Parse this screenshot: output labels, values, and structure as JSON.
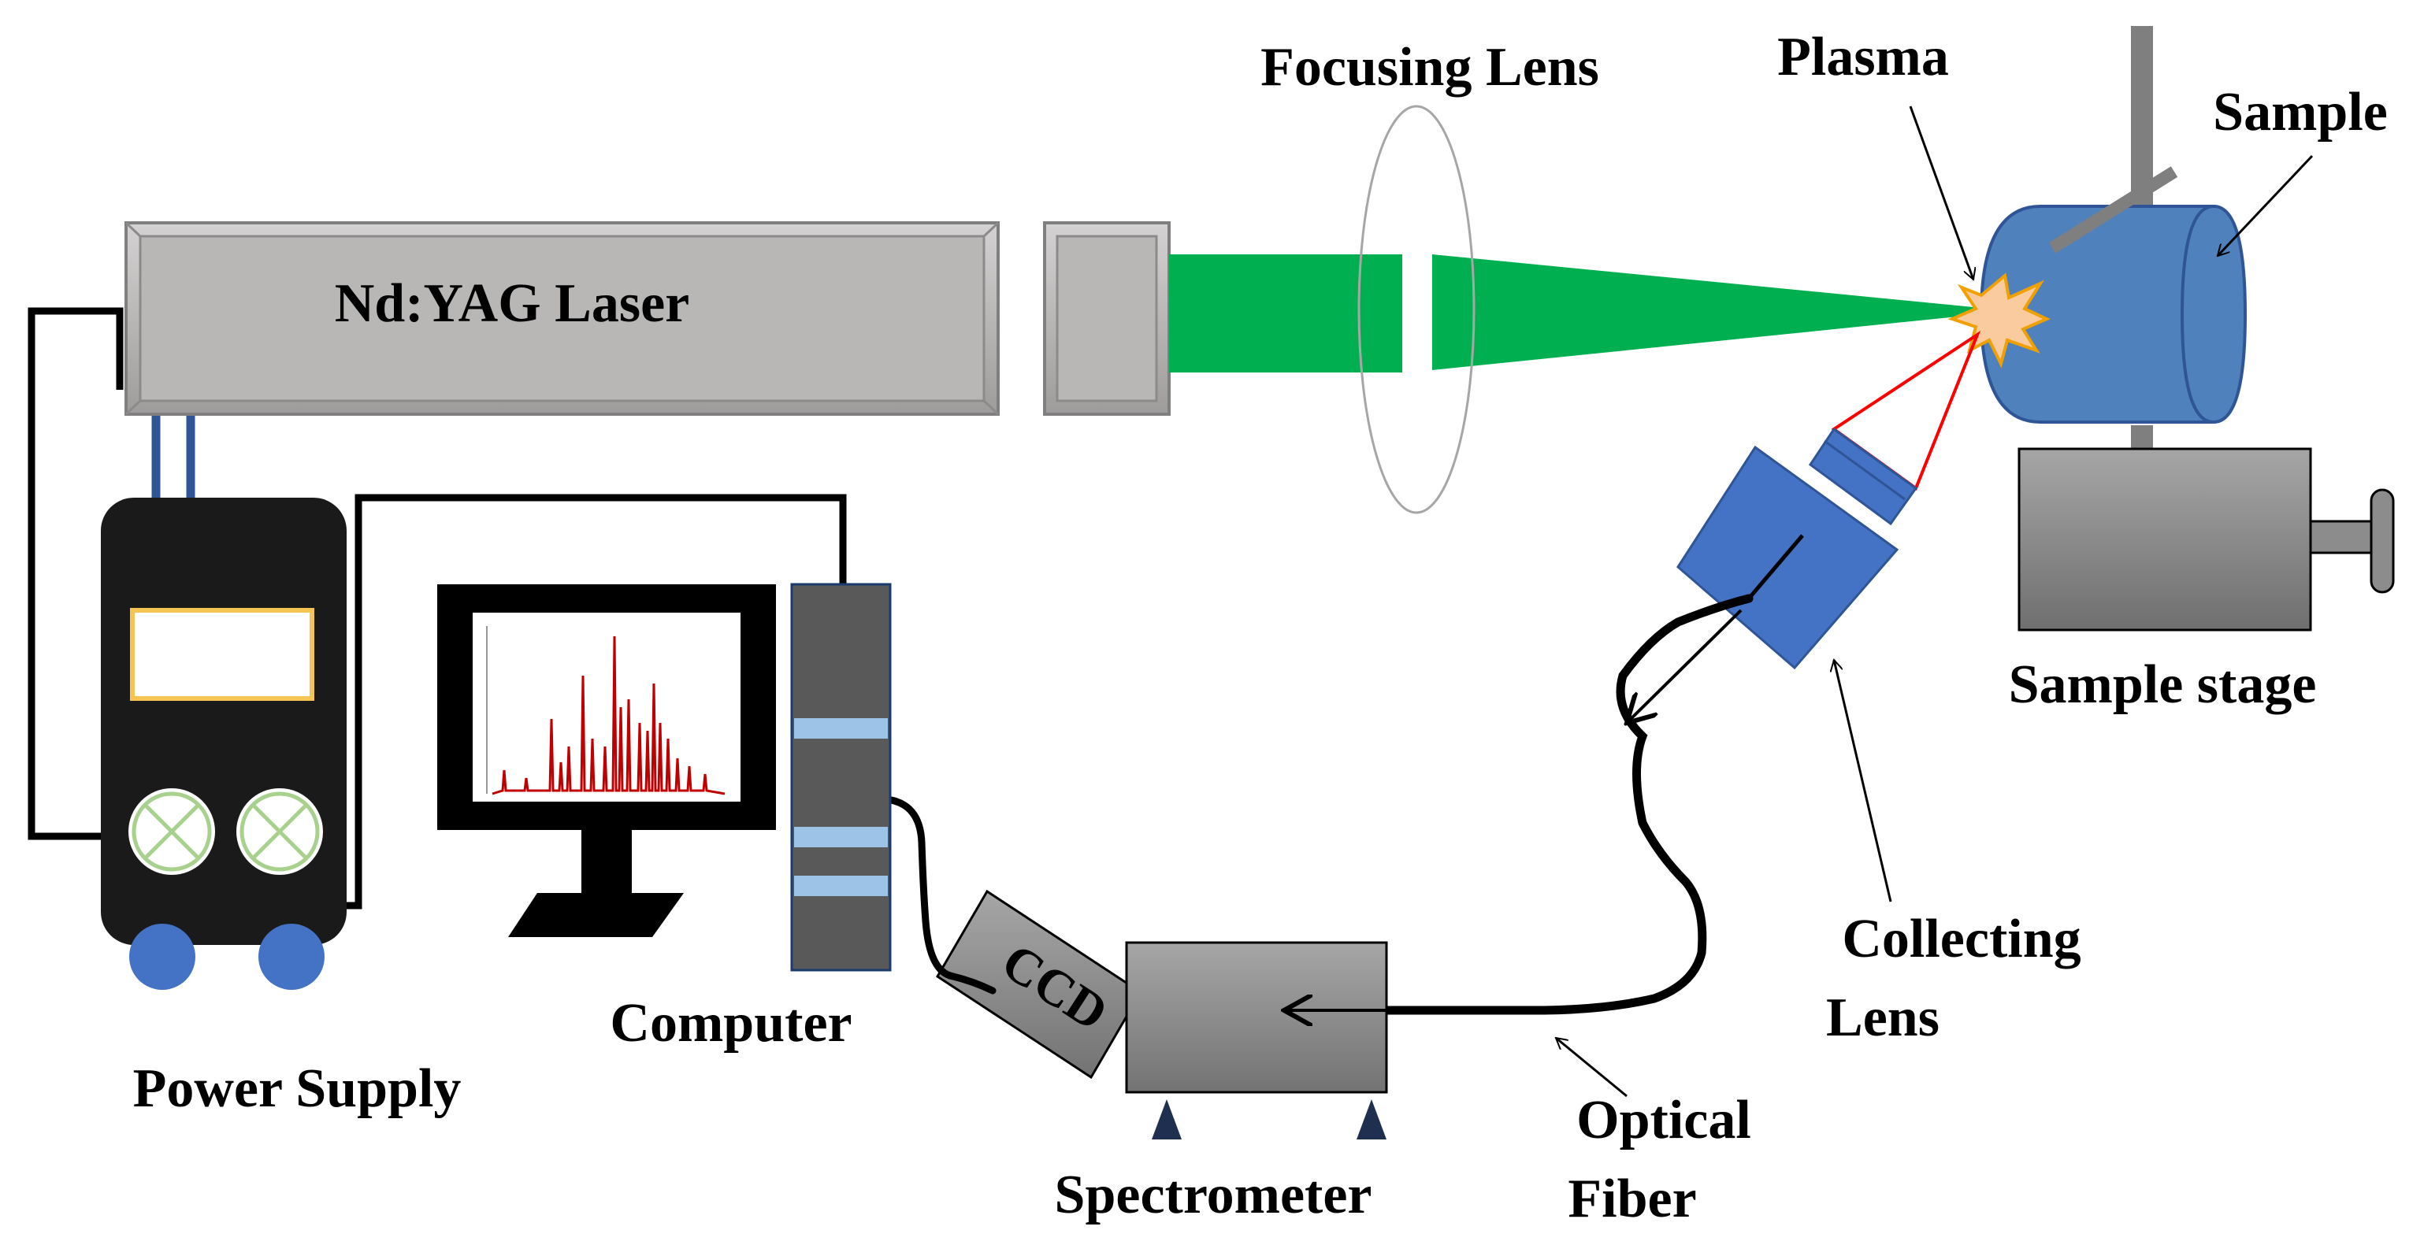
{
  "labels": {
    "laser": "Nd:YAG Laser",
    "focusing_lens": "Focusing Lens",
    "plasma": "Plasma",
    "sample": "Sample",
    "sample_stage": "Sample stage",
    "collecting_lens_line1": "Collecting",
    "collecting_lens_line2": "Lens",
    "optical_fiber_line1": "Optical",
    "optical_fiber_line2": "Fiber",
    "spectrometer": "Spectrometer",
    "ccd": "CCD",
    "computer": "Computer",
    "power_supply": "Power Supply"
  },
  "colors": {
    "laser_body": "#b9b6b6",
    "beam": "#00b050",
    "sample_blue": "#4f81bd",
    "collector_blue": "#4472c4",
    "spectrometer_gray": "#8c8c8c",
    "power_supply_body": "#1a1a1a",
    "display_frame": "#f6c453",
    "wheel_blue": "#4472c4",
    "knob_green": "#a9d18e",
    "spectrum_red": "#c00000",
    "plasma_fill": "#fbcba0",
    "plasma_stroke": "#f0a000",
    "collection_cone": "#ff0000",
    "drive_bay": "#9dc3e6",
    "hose_blue": "#2f5597"
  },
  "icons": {
    "knob": "circle-x-icon"
  }
}
